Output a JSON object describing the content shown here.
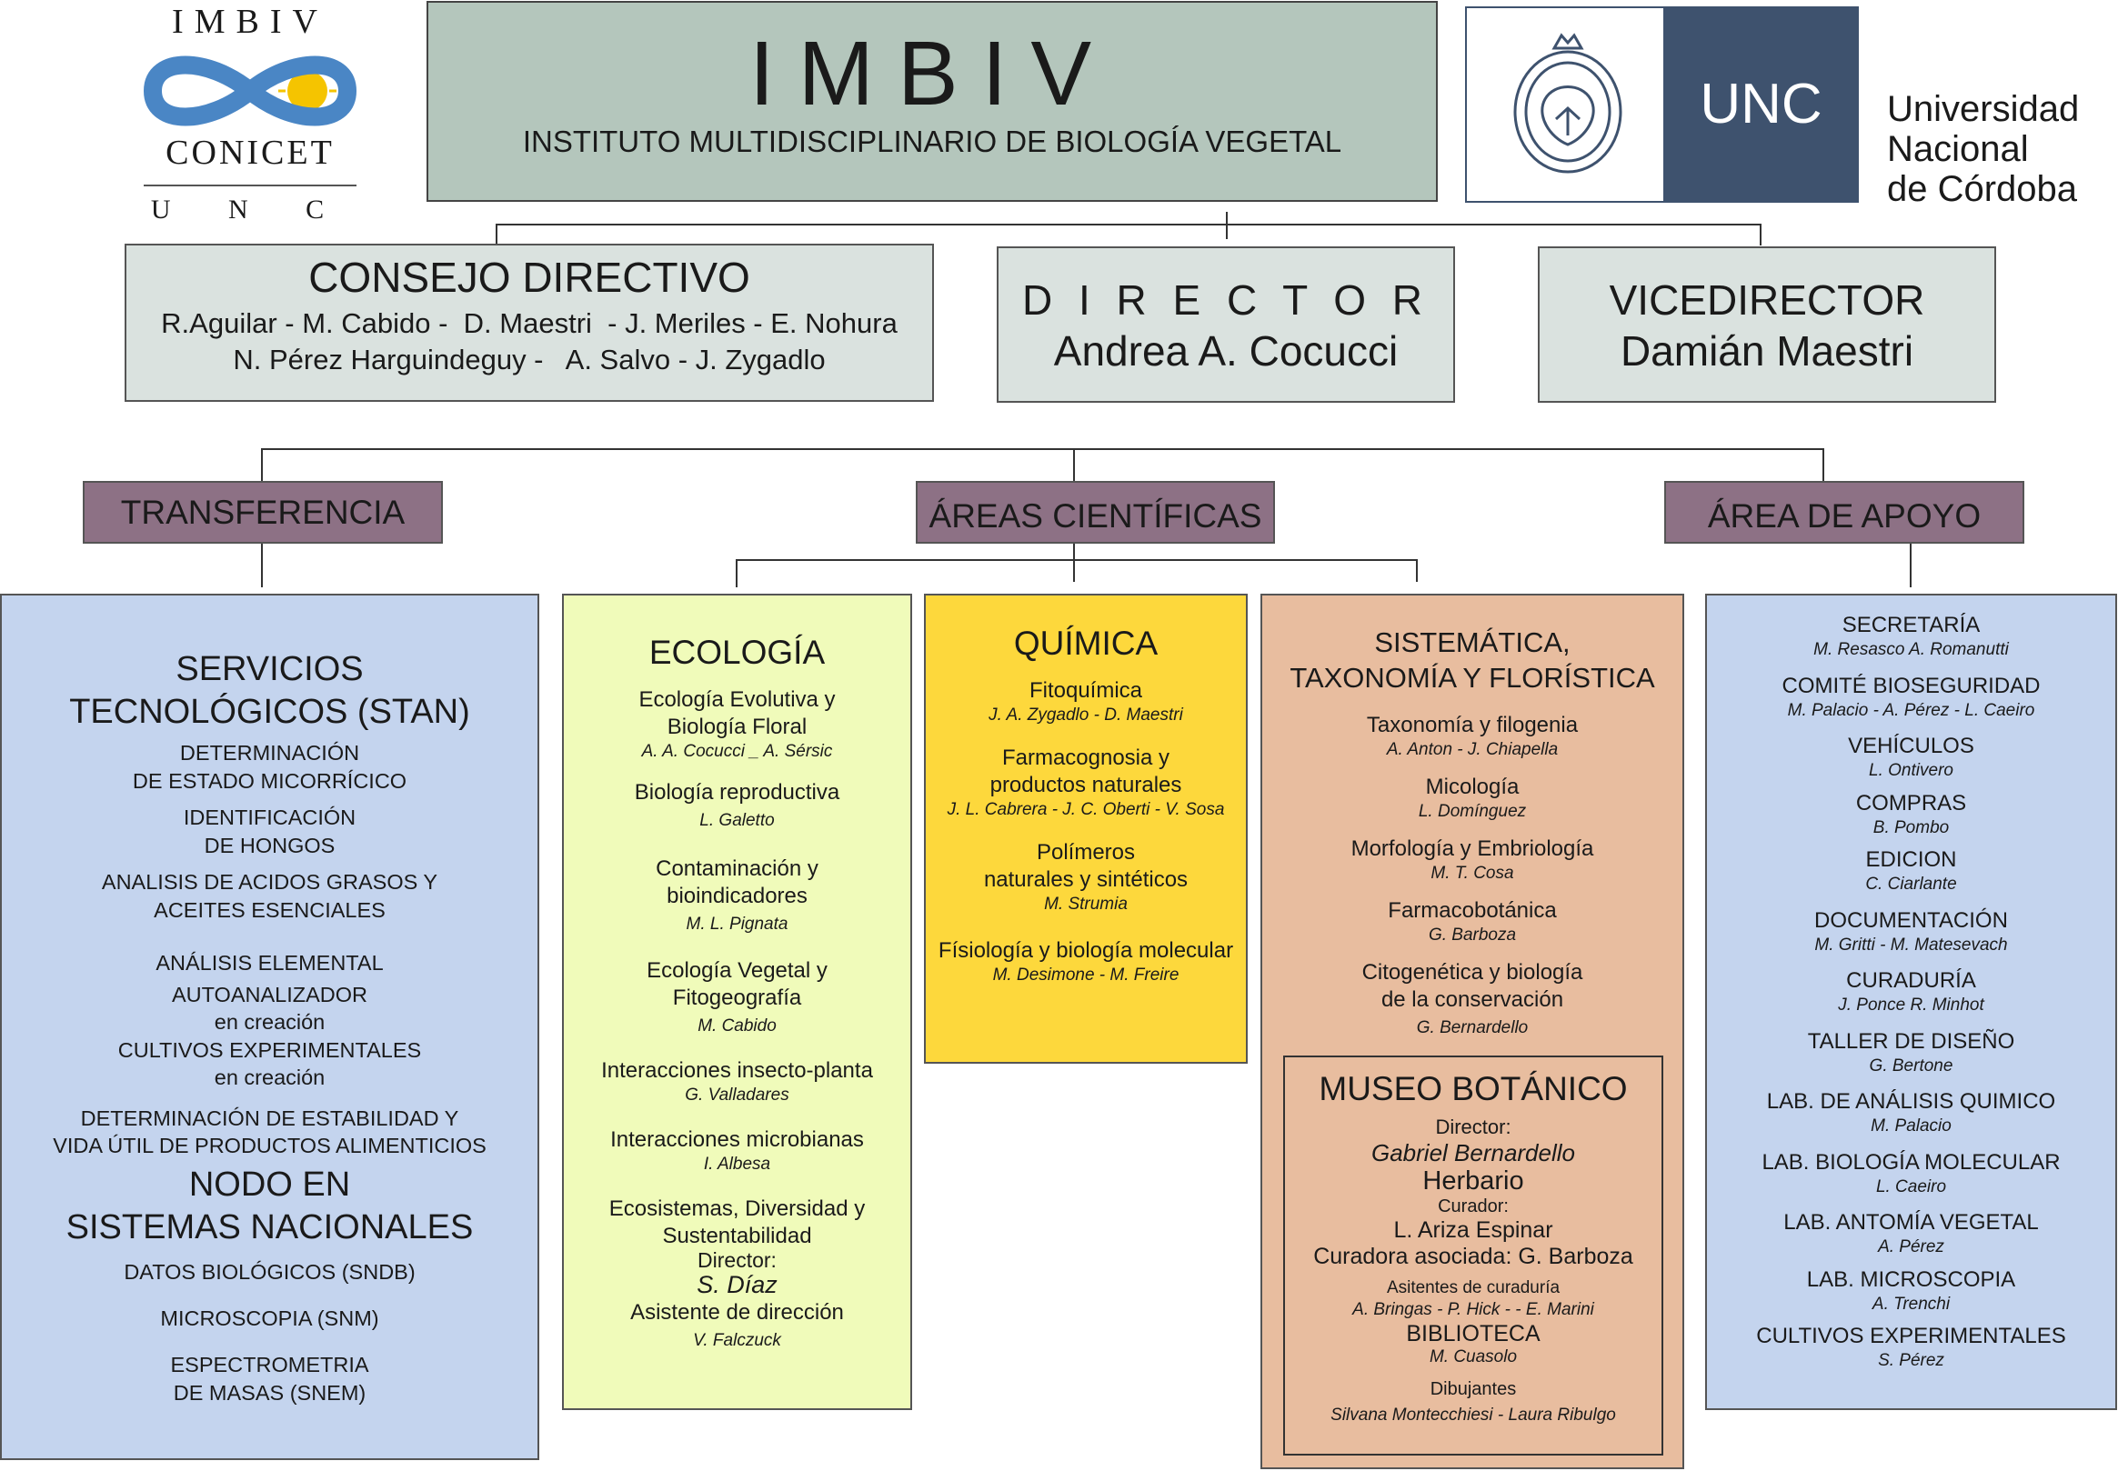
{
  "logo_left": {
    "top": "IMBIV",
    "middle": "CONICET",
    "bottom": "U N C",
    "colors": {
      "blue": "#4a86c5",
      "sun": "#f5c400"
    }
  },
  "header": {
    "acronym": "IMBIV",
    "full_name": "INSTITUTO MULTIDISCIPLINARIO DE BIOLOGÍA VEGETAL"
  },
  "logo_right": {
    "badge": "UNC",
    "name_lines": [
      "Universidad",
      "Nacional",
      "de Córdoba"
    ],
    "color": "#3e526e",
    "crest": "university-crest-icon"
  },
  "consejo": {
    "title": "CONSEJO DIRECTIVO",
    "line1": "R.Aguilar - M. Cabido -  D. Maestri  - J. Meriles - E. Nohura",
    "line2": "N. Pérez Harguindeguy -   A. Salvo - J. Zygadlo"
  },
  "director": {
    "title": "D I R E C T O R",
    "name": "Andrea A. Cocucci"
  },
  "vicedirector": {
    "title": "VICEDIRECTOR",
    "name": "Damián Maestri"
  },
  "sections": {
    "transferencia": "TRANSFERENCIA",
    "areas": "ÁREAS CIENTÍFICAS",
    "apoyo": "ÁREA DE APOYO"
  },
  "stan": {
    "title1": "SERVICIOS",
    "title2": "TECNOLÓGICOS (STAN)",
    "items": [
      "DETERMINACIÓN",
      "DE ESTADO MICORRÍCICO",
      "IDENTIFICACIÓN",
      "DE HONGOS",
      "ANALISIS DE ACIDOS GRASOS Y",
      "ACEITES ESENCIALES",
      "ANÁLISIS ELEMENTAL",
      "AUTOANALIZADOR",
      "en creación",
      "CULTIVOS EXPERIMENTALES",
      "en creación",
      "DETERMINACIÓN DE ESTABILIDAD Y",
      "VIDA ÚTIL DE PRODUCTOS ALIMENTICIOS"
    ],
    "nodo1": "NODO EN",
    "nodo2": "SISTEMAS NACIONALES",
    "nodo_items": [
      "DATOS BIOLÓGICOS (SNDB)",
      "MICROSCOPIA (SNM)",
      "ESPECTROMETRIA",
      "DE MASAS (SNEM)"
    ]
  },
  "ecologia": {
    "title": "ECOLOGÍA",
    "items": [
      {
        "t1": "Ecología Evolutiva y",
        "t2": "Biología Floral",
        "n": "A. A. Cocucci _ A. Sérsic"
      },
      {
        "t1": "Biología reproductiva",
        "t2": "",
        "n": "L. Galetto"
      },
      {
        "t1": "Contaminación y",
        "t2": "bioindicadores",
        "n": "M. L. Pignata"
      },
      {
        "t1": "Ecología Vegetal y",
        "t2": "Fitogeografía",
        "n": "M. Cabido"
      },
      {
        "t1": "Interacciones insecto-planta",
        "t2": "",
        "n": "G. Valladares"
      },
      {
        "t1": "Interacciones microbianas",
        "t2": "",
        "n": "I. Albesa"
      }
    ],
    "eco1": "Ecosistemas, Diversidad y",
    "eco2": "Sustentabilidad",
    "eco_dir": "Director:",
    "eco_dir_name": "S. Díaz",
    "asist": "Asistente de dirección",
    "asist_name": "V. Falczuck",
    "color": "#f0fbba"
  },
  "quimica": {
    "title": "QUÍMICA",
    "items": [
      {
        "t1": "Fitoquímica",
        "t2": "",
        "n": "J. A. Zygadlo - D. Maestri"
      },
      {
        "t1": "Farmacognosia y",
        "t2": "productos naturales",
        "n": "J. L. Cabrera - J. C. Oberti - V. Sosa"
      },
      {
        "t1": "Polímeros",
        "t2": "naturales y sintéticos",
        "n": "M. Strumia"
      },
      {
        "t1": "Físiología y biología molecular",
        "t2": "",
        "n": "M. Desimone - M. Freire"
      }
    ],
    "color": "#fdd83c"
  },
  "sistematica": {
    "title1": "SISTEMÁTICA,",
    "title2": "TAXONOMÍA Y FLORÍSTICA",
    "items": [
      {
        "t1": "Taxonomía y filogenia",
        "t2": "",
        "n": "A. Anton - J. Chiapella"
      },
      {
        "t1": "Micología",
        "t2": "",
        "n": "L. Domínguez"
      },
      {
        "t1": "Morfología y Embriología",
        "t2": "",
        "n": "M. T. Cosa"
      },
      {
        "t1": "Farmacobotánica",
        "t2": "",
        "n": "G. Barboza"
      },
      {
        "t1": "Citogenética y biología",
        "t2": "de la conservación",
        "n": "G. Bernardello"
      }
    ],
    "color": "#e8bd9f"
  },
  "museo": {
    "title": "MUSEO BOTÁNICO",
    "dir_label": "Director:",
    "dir_name": "Gabriel Bernardello",
    "herbario": "Herbario",
    "curador_label": "Curador:",
    "curador": "L. Ariza Espinar",
    "curadora": "Curadora asociada: G. Barboza",
    "asist_label": "Asitentes de curaduría",
    "asist_names": "A. Bringas - P. Hick - - E. Marini",
    "biblioteca": "BIBLIOTECA",
    "bib_name": "M. Cuasolo",
    "dibujantes": "Dibujantes",
    "dib_names": "Silvana Montecchiesi - Laura Ribulgo"
  },
  "apoyo": {
    "items": [
      {
        "t": "SECRETARÍA",
        "n": "M. Resasco A. Romanutti"
      },
      {
        "t": "COMITÉ BIOSEGURIDAD",
        "n": "M. Palacio - A. Pérez - L. Caeiro"
      },
      {
        "t": "VEHÍCULOS",
        "n": "L. Ontivero"
      },
      {
        "t": "COMPRAS",
        "n": "B. Pombo"
      },
      {
        "t": "EDICION",
        "n": "C. Ciarlante"
      },
      {
        "t": "DOCUMENTACIÓN",
        "n": "M. Gritti - M. Matesevach"
      },
      {
        "t": "CURADURÍA",
        "n": "J. Ponce R. Minhot"
      },
      {
        "t": "TALLER DE DISEÑO",
        "n": "G. Bertone"
      },
      {
        "t": "LAB. DE ANÁLISIS QUIMICO",
        "n": "M. Palacio"
      },
      {
        "t": "LAB. BIOLOGÍA MOLECULAR",
        "n": "L. Caeiro"
      },
      {
        "t": "LAB. ANTOMÍA VEGETAL",
        "n": "A. Pérez"
      },
      {
        "t": "LAB. MICROSCOPIA",
        "n": "A. Trenchi"
      },
      {
        "t": "CULTIVOS EXPERIMENTALES",
        "n": "S. Pérez"
      }
    ],
    "color": "#c4d4ee"
  }
}
